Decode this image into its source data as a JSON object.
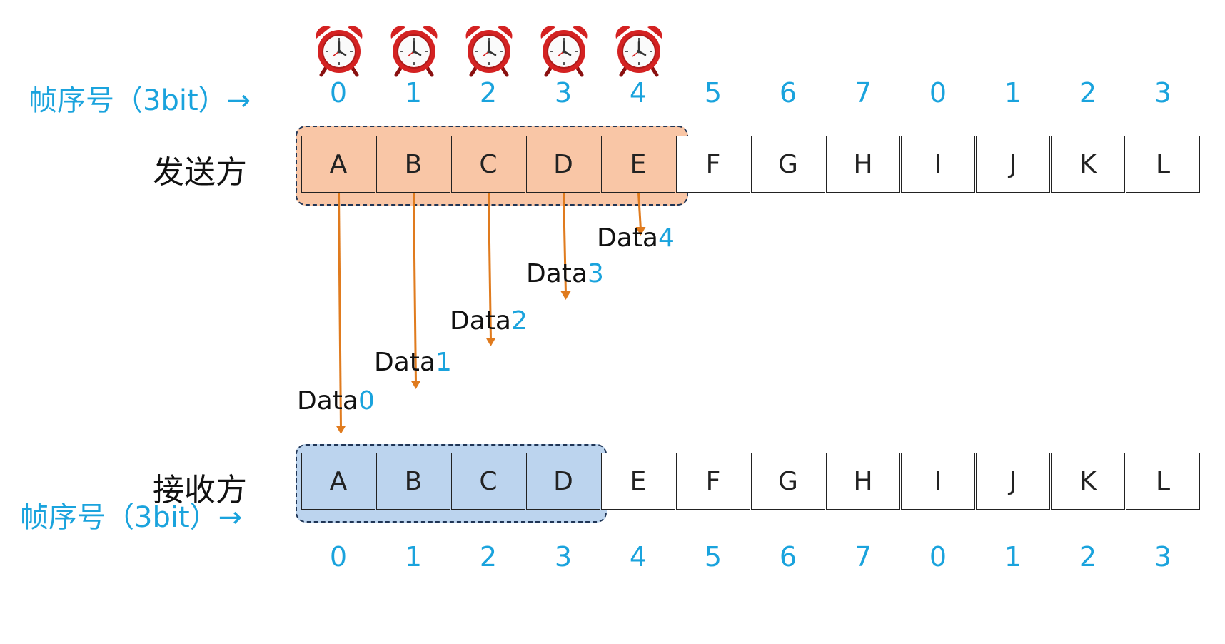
{
  "top_sequence": {
    "label": "帧序号（3bit）→",
    "numbers": [
      "0",
      "1",
      "2",
      "3",
      "4",
      "5",
      "6",
      "7",
      "0",
      "1",
      "2",
      "3"
    ]
  },
  "bottom_sequence": {
    "label": "帧序号（3bit）→",
    "numbers": [
      "0",
      "1",
      "2",
      "3",
      "4",
      "5",
      "6",
      "7",
      "0",
      "1",
      "2",
      "3"
    ]
  },
  "sender": {
    "label": "发送方",
    "frames": [
      "A",
      "B",
      "C",
      "D",
      "E",
      "F",
      "G",
      "H",
      "I",
      "J",
      "K",
      "L"
    ],
    "window_size": 5,
    "window_color": "#f9c6a6",
    "timer_count": 5,
    "timer_icon": "alarm-clock-icon"
  },
  "receiver": {
    "label": "接收方",
    "frames": [
      "A",
      "B",
      "C",
      "D",
      "E",
      "F",
      "G",
      "H",
      "I",
      "J",
      "K",
      "L"
    ],
    "window_size": 4,
    "window_color": "#bcd4ee"
  },
  "transmissions": [
    {
      "from_frame": 0,
      "label": "Data",
      "seq": "0",
      "arrived": true
    },
    {
      "from_frame": 1,
      "label": "Data",
      "seq": "1",
      "arrived": false
    },
    {
      "from_frame": 2,
      "label": "Data",
      "seq": "2",
      "arrived": false
    },
    {
      "from_frame": 3,
      "label": "Data",
      "seq": "3",
      "arrived": false
    },
    {
      "from_frame": 4,
      "label": "Data",
      "seq": "4",
      "arrived": false
    }
  ],
  "colors": {
    "accent": "#1aa3dd",
    "arrow": "#e07b1e",
    "window_border": "#1f3556"
  }
}
